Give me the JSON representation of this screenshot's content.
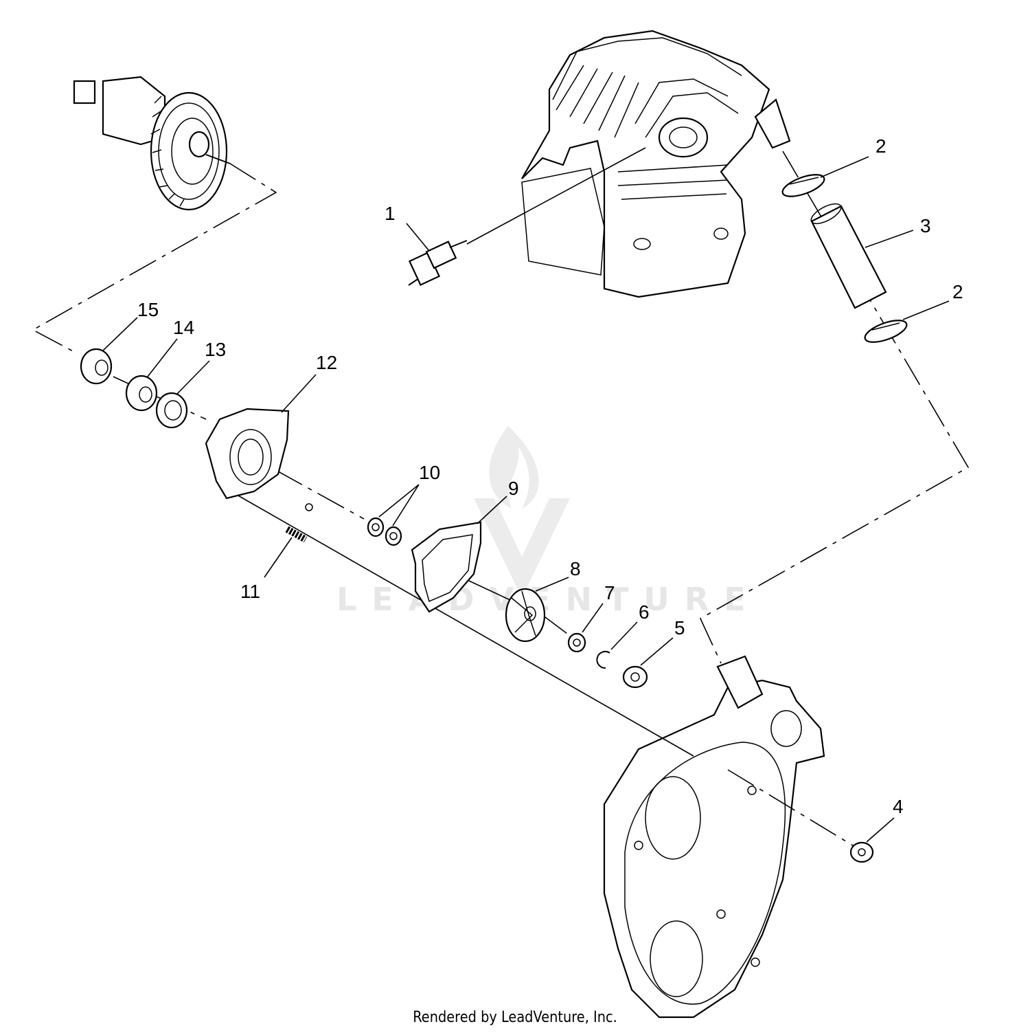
{
  "footer": {
    "text": "Rendered by LeadVenture, Inc."
  },
  "watermark": {
    "text": "LEADVENTURE"
  },
  "callouts": [
    {
      "num": "1"
    },
    {
      "num": "2"
    },
    {
      "num": "2"
    },
    {
      "num": "3"
    },
    {
      "num": "4"
    },
    {
      "num": "5"
    },
    {
      "num": "6"
    },
    {
      "num": "7"
    },
    {
      "num": "8"
    },
    {
      "num": "9"
    },
    {
      "num": "10"
    },
    {
      "num": "11"
    },
    {
      "num": "12"
    },
    {
      "num": "13"
    },
    {
      "num": "14"
    },
    {
      "num": "15"
    }
  ],
  "colors": {
    "ink": "#000000",
    "background": "#ffffff",
    "watermark": "#e6e6e6"
  }
}
